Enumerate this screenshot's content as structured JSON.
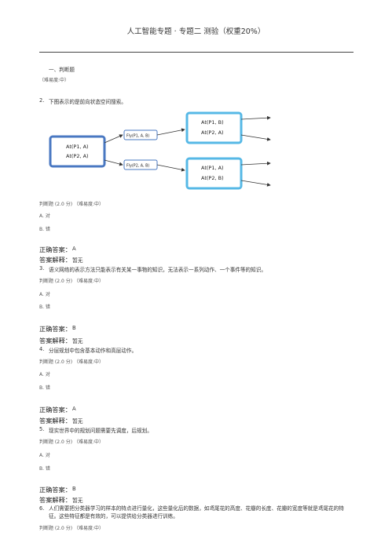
{
  "title": "人工智能专题 · 专题二 测验（权重20%）",
  "section": {
    "heading": "一、判断题",
    "difficulty": "（难易度:中）"
  },
  "diagram": {
    "left_node": [
      "At(P1, A)",
      "At(P2, A)"
    ],
    "top_action": "Fly(P1, A, B)",
    "bottom_action": "Fly(P2, A, B)",
    "top_node": [
      "At(P1, B)",
      "At(P2, A)"
    ],
    "bottom_node": [
      "At(P1, A)",
      "At(P2, B)"
    ],
    "colors": {
      "left_border": "#4a78c2",
      "right_border": "#56b8e6",
      "arrow": "#333333"
    }
  },
  "labels": {
    "correct_answer": "正确答案：",
    "explanation": "答案解释：",
    "explanation_value": "暂无"
  },
  "questions": [
    {
      "number": "2.",
      "text": "下图表示的是前向状态空间搜索。",
      "meta": "判断题 (2.0 分) （难易度:中）",
      "options": [
        "A. 对",
        "B. 错"
      ],
      "answer": "A"
    },
    {
      "number": "3.",
      "text": "语义网络的表示方法只能表示有关某一事物的知识，无法表示一系列动作、一个事件等的知识。",
      "meta": "判断题 (2.0 分) （难易度:中）",
      "options": [
        "A. 对",
        "B. 错"
      ],
      "answer": "B"
    },
    {
      "number": "4.",
      "text": "分层规划中包含基本动作和高层动作。",
      "meta": "判断题 (2.0 分) （难易度:中）",
      "options": [
        "A. 对",
        "B. 错"
      ],
      "answer": "A"
    },
    {
      "number": "5.",
      "text": "现实世界中的规划问题需要先调度，后规划。",
      "meta": "判断题 (2.0 分) （难易度:中）",
      "options": [
        "A. 对",
        "B. 错"
      ],
      "answer": "B"
    },
    {
      "number": "6.",
      "text": "人们需要把分类器学习的样本的特点进行量化，这些量化后的数据，如鸢尾花的高度、花瓣的长度、花瓣的宽度等就是鸢尾花的特征。这些特征都是有效的，可以提供给分类器进行训练。",
      "meta": "判断题 (2.0 分) （难易度:中）"
    }
  ]
}
